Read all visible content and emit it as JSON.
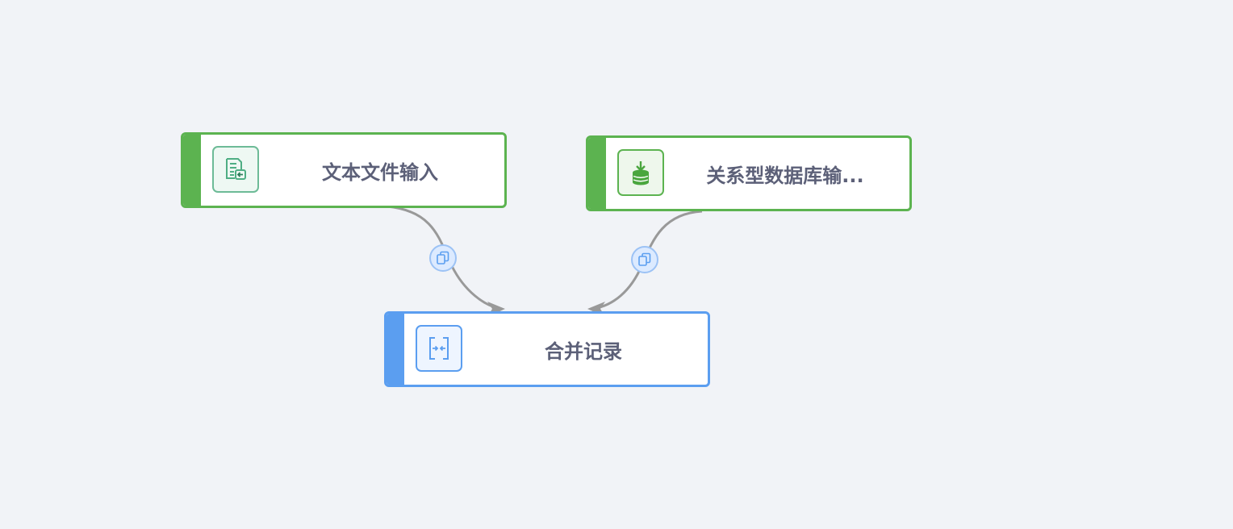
{
  "nodes": [
    {
      "label": "文本文件输入",
      "icon": "text-file-input-icon",
      "color": "#5cb350"
    },
    {
      "label": "关系型数据库输...",
      "icon": "database-input-icon",
      "color": "#5cb350"
    },
    {
      "label": "合并记录",
      "icon": "merge-records-icon",
      "color": "#5b9ef0"
    }
  ],
  "edges": [
    {
      "from": "文本文件输入",
      "to": "合并记录",
      "badge": "copy-icon"
    },
    {
      "from": "关系型数据库输...",
      "to": "合并记录",
      "badge": "copy-icon"
    }
  ]
}
